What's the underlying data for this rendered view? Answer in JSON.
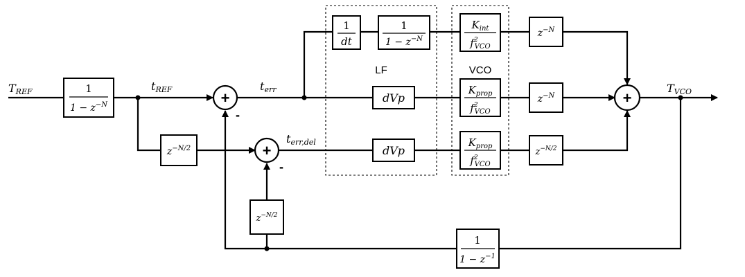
{
  "signals": {
    "t_ref_in": {
      "main": "T",
      "sub": "REF"
    },
    "t_ref": {
      "main": "t",
      "sub": "REF"
    },
    "t_err": {
      "main": "t",
      "sub": "err"
    },
    "t_err_del": {
      "main": "t",
      "sub": "err,del"
    },
    "t_vco": {
      "main": "T",
      "sub": "VCO"
    }
  },
  "groups": {
    "lf_label": "LF",
    "vco_label": "VCO"
  },
  "blocks": {
    "accum_in": {
      "num": "1",
      "den_base": "1 − z",
      "den_exp": "−N"
    },
    "delay_half_top": {
      "base": "z",
      "exp": "−N/2"
    },
    "deriv": {
      "num": "1",
      "den": "dt"
    },
    "accum_lf": {
      "num": "1",
      "den_base": "1 − z",
      "den_exp": "−N"
    },
    "dvp_1": {
      "text": "dVp"
    },
    "dvp_2": {
      "text": "dVp"
    },
    "kint": {
      "num_main": "K",
      "num_sub": "int",
      "den_main": "f",
      "den_sup": "2",
      "den_sub": "VCO"
    },
    "kprop_1": {
      "num_main": "K",
      "num_sub": "prop",
      "den_main": "f",
      "den_sup": "2",
      "den_sub": "VCO"
    },
    "kprop_2": {
      "num_main": "K",
      "num_sub": "prop",
      "den_main": "f",
      "den_sup": "2",
      "den_sub": "VCO"
    },
    "delay_n_1": {
      "base": "z",
      "exp": "−N"
    },
    "delay_n_2": {
      "base": "z",
      "exp": "−N"
    },
    "delay_half_right": {
      "base": "z",
      "exp": "−N/2"
    },
    "delay_half_fb": {
      "base": "z",
      "exp": "−N/2"
    },
    "accum_fb": {
      "num": "1",
      "den_base": "1 − z",
      "den_exp": "−1"
    }
  },
  "summers": {
    "sum1": {
      "symbol": "+",
      "minus": "-"
    },
    "sum2": {
      "symbol": "+",
      "minus": "-"
    },
    "sum3": {
      "symbol": "+"
    }
  }
}
